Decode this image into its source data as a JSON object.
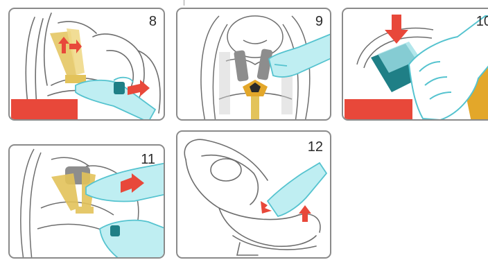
{
  "panels": [
    {
      "id": "p8",
      "number": "8"
    },
    {
      "id": "p9",
      "number": "9"
    },
    {
      "id": "p10",
      "number": "10"
    },
    {
      "id": "p11",
      "number": "11"
    },
    {
      "id": "p12",
      "number": "12"
    }
  ],
  "colors": {
    "line": "#6d6d6d",
    "strap": "#e3c35a",
    "accent_red": "#e8483a",
    "hand_blue": "#9fe0e6",
    "hand_outline": "#55c3cf",
    "buckle_teal": "#1f7f86",
    "pad_grey": "#8d8d8d"
  }
}
